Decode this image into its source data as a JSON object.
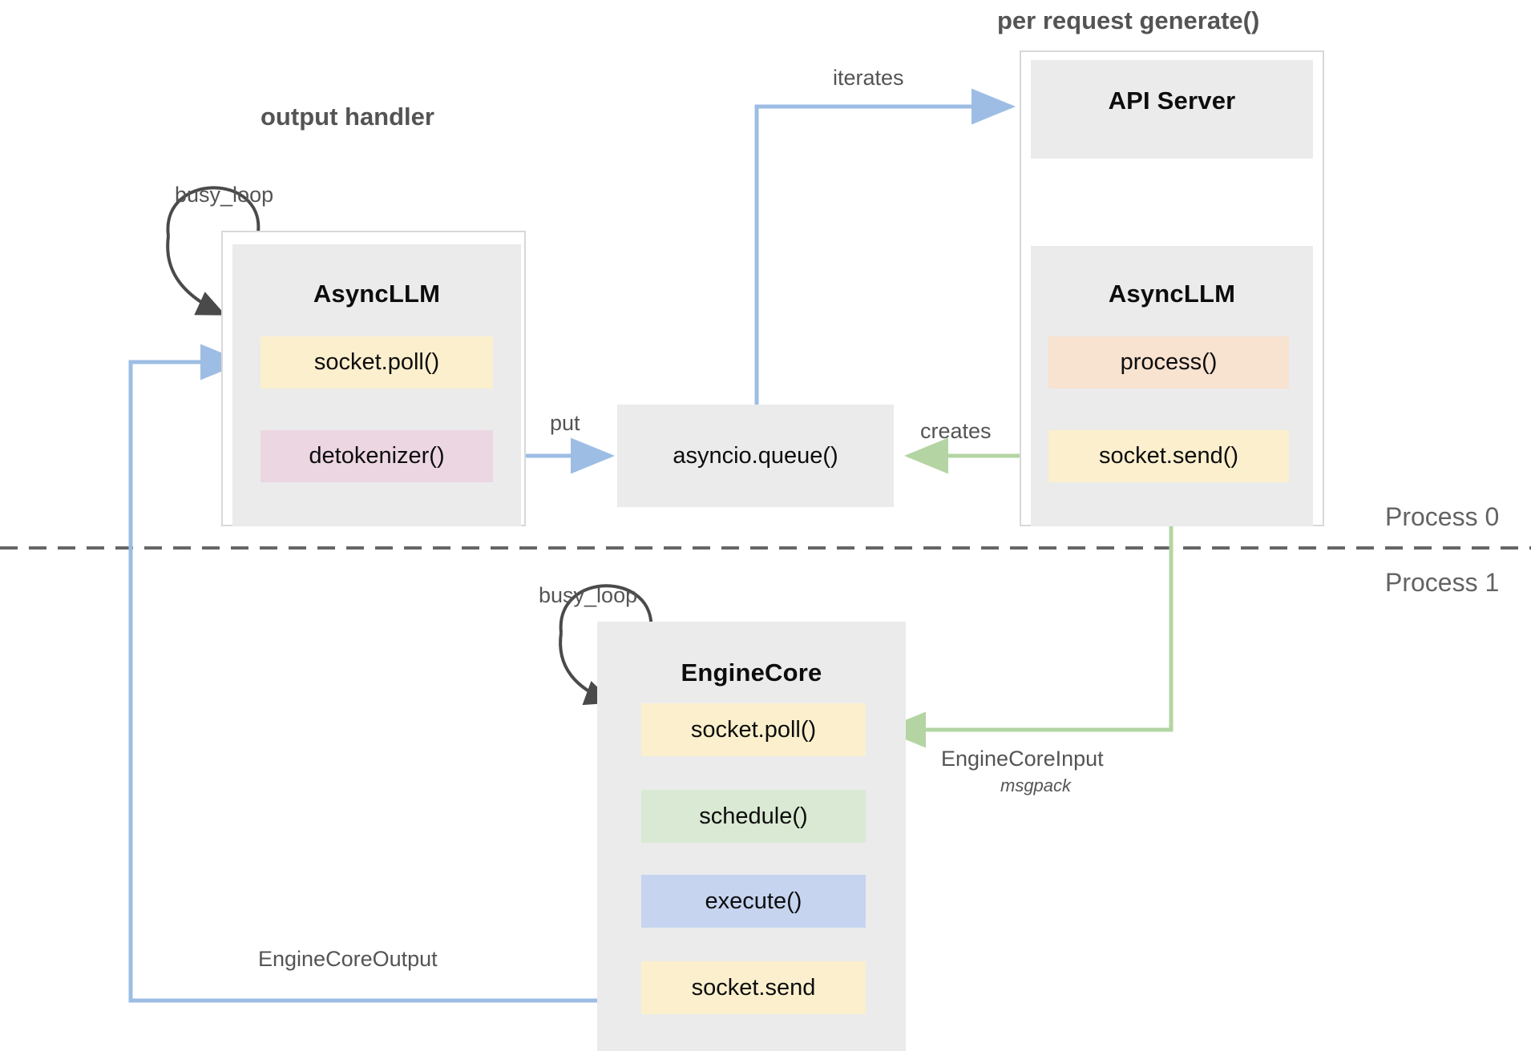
{
  "diagram": {
    "title_output_handler": "output handler",
    "title_per_request": "per request generate()",
    "process_labels": {
      "process0": "Process 0",
      "process1": "Process 1"
    },
    "colors": {
      "yellow": "#fbefcd",
      "pink": "#ecd6e2",
      "peach": "#f8e2d0",
      "green": "#d9e9d3",
      "blue": "#c6d4f0",
      "panel_grey": "#ebebeb",
      "arrow_blue": "#9dbde4",
      "arrow_green": "#b4d5a3",
      "arrow_black": "#4a4a4a",
      "divider_grey": "#666666"
    },
    "output_handler_group": {
      "panel_title": "AsyncLLM",
      "chips": [
        {
          "label": "socket.poll()",
          "color": "yellow"
        },
        {
          "label": "detokenizer()",
          "color": "pink"
        }
      ],
      "self_loop_label": "busy_loop"
    },
    "queue_box": {
      "label": "asyncio.queue()"
    },
    "per_request_group": {
      "api_server_title": "API Server",
      "asyncllm_title": "AsyncLLM",
      "chips": [
        {
          "label": "process()",
          "color": "peach"
        },
        {
          "label": "socket.send()",
          "color": "yellow"
        }
      ]
    },
    "engine_core_group": {
      "panel_title": "EngineCore",
      "self_loop_label": "busy_loop",
      "chips": [
        {
          "label": "socket.poll()",
          "color": "yellow"
        },
        {
          "label": "schedule()",
          "color": "green"
        },
        {
          "label": "execute()",
          "color": "blue"
        },
        {
          "label": "socket.send",
          "color": "yellow"
        }
      ]
    },
    "edge_labels": {
      "iterates": "iterates",
      "put": "put",
      "creates": "creates",
      "engine_core_input": "EngineCoreInput",
      "engine_core_input_sub": "msgpack",
      "engine_core_output": "EngineCoreOutput"
    }
  }
}
